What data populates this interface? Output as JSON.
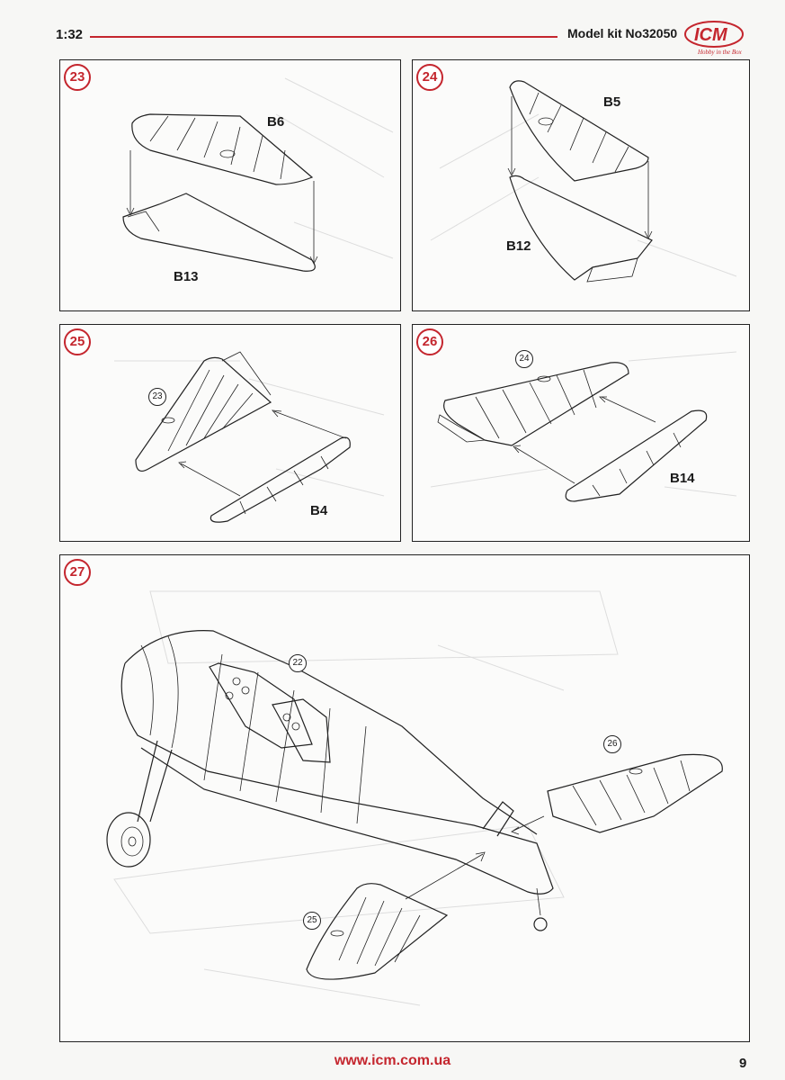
{
  "header": {
    "scale": "1:32",
    "kit": "Model kit No32050",
    "logo_text": "ICM",
    "logo_tagline": "Hobby in the Box",
    "accent": "#c4262e"
  },
  "steps": [
    {
      "number": "23",
      "parts": [
        "B6",
        "B13"
      ],
      "refs": []
    },
    {
      "number": "24",
      "parts": [
        "B5",
        "B12"
      ],
      "refs": []
    },
    {
      "number": "25",
      "parts": [
        "B4"
      ],
      "refs": [
        "23"
      ]
    },
    {
      "number": "26",
      "parts": [
        "B14"
      ],
      "refs": [
        "24"
      ]
    },
    {
      "number": "27",
      "parts": [],
      "refs": [
        "22",
        "26",
        "25"
      ]
    }
  ],
  "footer": {
    "url": "www.icm.com.ua",
    "page": "9"
  }
}
